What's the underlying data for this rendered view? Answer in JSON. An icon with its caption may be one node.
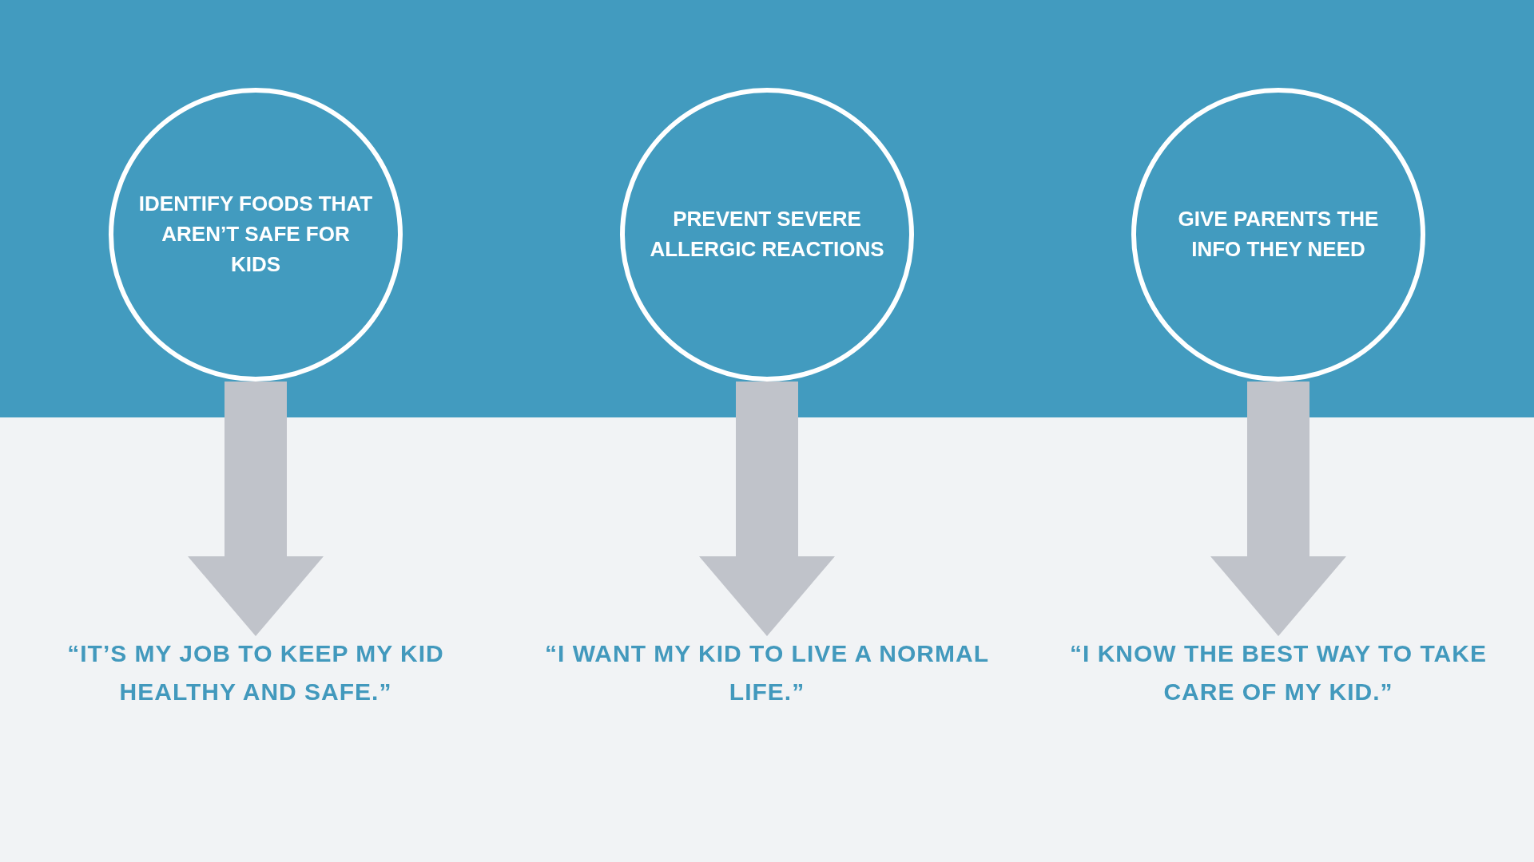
{
  "diagram": {
    "nodes": [
      {
        "text": [
          "IDENTIFY FOODS THAT AREN’T SAFE FOR KIDS"
        ]
      },
      {
        "text": [
          "PREVENT SEVERE ALLERGIC REACTIONS"
        ]
      },
      {
        "text": [
          "GIVE PARENTS THE INFO THEY NEED"
        ]
      },
      {
        "text": [
          "“IT’S MY JOB TO KEEP MY KID HEALTHY AND SAFE.”"
        ]
      },
      {
        "text": [
          "“I WANT MY KID TO LIVE A NORMAL LIFE.”"
        ]
      },
      {
        "text": [
          "“I KNOW THE BEST WAY TO TAKE CARE OF MY KID.”"
        ]
      }
    ],
    "edges": [
      {
        "from": 0,
        "to": 3,
        "arrow": "to"
      },
      {
        "from": 1,
        "to": 4,
        "arrow": "to"
      },
      {
        "from": 2,
        "to": 5,
        "arrow": "to"
      }
    ]
  }
}
